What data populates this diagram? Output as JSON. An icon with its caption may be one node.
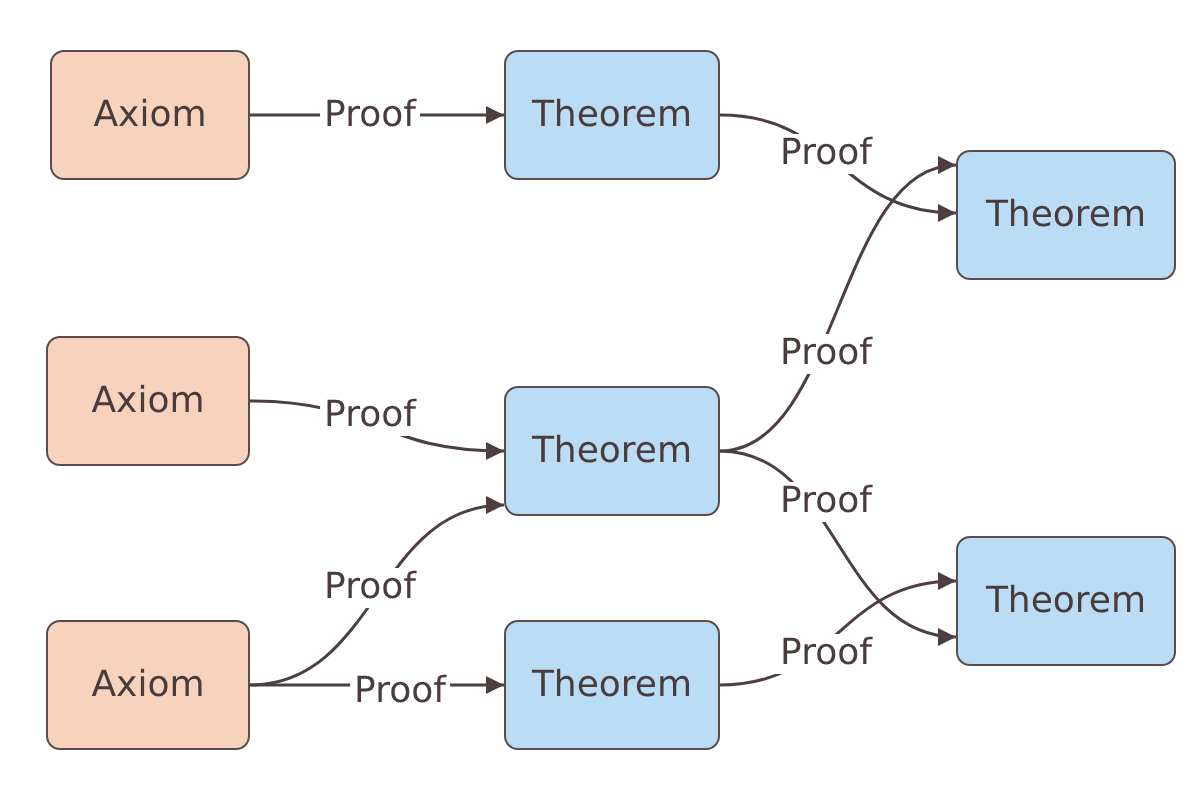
{
  "diagram": {
    "nodes": [
      {
        "text": [
          "Axiom"
        ]
      },
      {
        "text": [
          "Theorem"
        ]
      },
      {
        "text": [
          "Theorem"
        ]
      },
      {
        "text": [
          "Axiom"
        ]
      },
      {
        "text": [
          "Theorem"
        ]
      },
      {
        "text": [
          "Axiom"
        ]
      },
      {
        "text": [
          "Theorem"
        ]
      },
      {
        "text": [
          "Theorem"
        ]
      }
    ],
    "edges": [
      {
        "from": 0,
        "to": 1,
        "arrow": "to",
        "label": "Proof"
      },
      {
        "from": 1,
        "to": 2,
        "arrow": "to",
        "label": "Proof"
      },
      {
        "from": 3,
        "to": 4,
        "arrow": "to",
        "label": "Proof"
      },
      {
        "from": 4,
        "to": 2,
        "arrow": "to",
        "label": "Proof"
      },
      {
        "from": 4,
        "to": 7,
        "arrow": "to",
        "label": "Proof"
      },
      {
        "from": 5,
        "to": 4,
        "arrow": "to",
        "label": "Proof"
      },
      {
        "from": 5,
        "to": 6,
        "arrow": "to",
        "label": "Proof"
      },
      {
        "from": 6,
        "to": 7,
        "arrow": "to",
        "label": "Proof"
      }
    ]
  }
}
